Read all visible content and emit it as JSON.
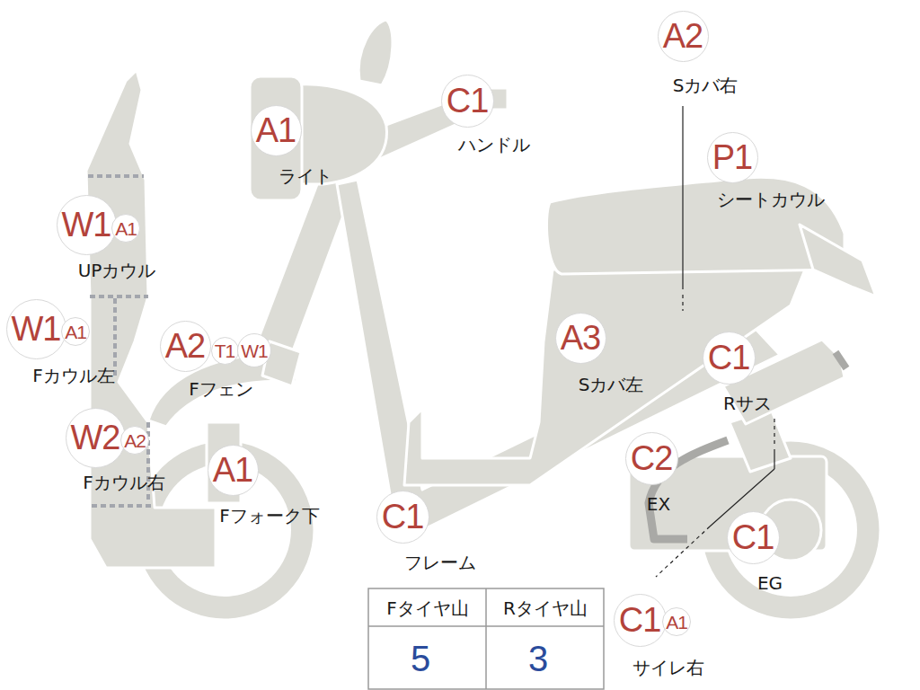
{
  "diagram": {
    "nodes": [
      {
        "text": [
          "A2",
          "Sカバ右"
        ]
      },
      {
        "text": [
          "C1",
          "ハンドル"
        ]
      },
      {
        "text": [
          "A1",
          "ライト"
        ]
      },
      {
        "text": [
          "P1",
          "シートカウル"
        ]
      },
      {
        "text": [
          "W1",
          "UPカウル"
        ]
      },
      {
        "text": [
          "A1"
        ]
      },
      {
        "text": [
          "W1",
          "Fカウル左"
        ]
      },
      {
        "text": [
          "A1"
        ]
      },
      {
        "text": [
          "A2",
          "Fフェン"
        ]
      },
      {
        "text": [
          "T1"
        ]
      },
      {
        "text": [
          "W1"
        ]
      },
      {
        "text": [
          "A3",
          "Sカバ左"
        ]
      },
      {
        "text": [
          "C1",
          "Rサス"
        ]
      },
      {
        "text": [
          "W2",
          "Fカウル右"
        ]
      },
      {
        "text": [
          "A2"
        ]
      },
      {
        "text": [
          "A1",
          "Fフォーク下"
        ]
      },
      {
        "text": [
          "C2",
          "EX"
        ]
      },
      {
        "text": [
          "C1",
          "フレーム"
        ]
      },
      {
        "text": [
          "C1",
          "EG"
        ]
      },
      {
        "text": [
          "C1",
          "サイレ右"
        ]
      },
      {
        "text": [
          "A1"
        ]
      }
    ],
    "labels": [
      "Fタイヤ山",
      "Rタイヤ山",
      "5",
      "3"
    ]
  }
}
